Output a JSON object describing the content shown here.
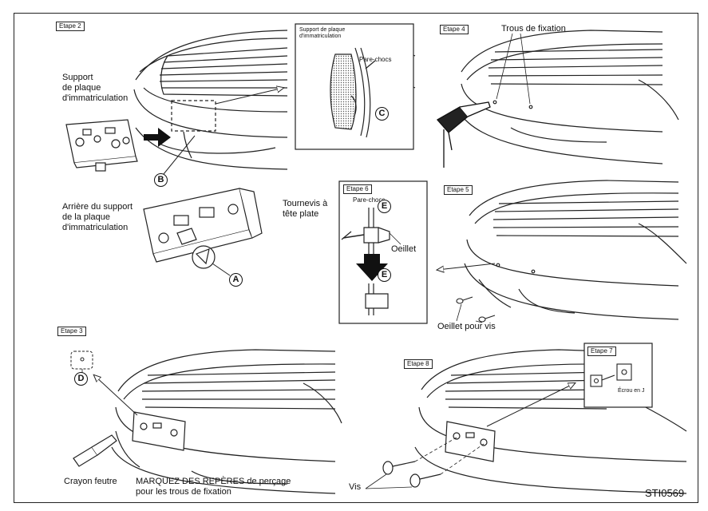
{
  "stages": {
    "s2": "Etape 2",
    "s3": "Etape 3",
    "s4": "Etape 4",
    "s5": "Etape 5",
    "s6": "Etape 6",
    "s7": "Etape 7",
    "s8": "Etape 8"
  },
  "labels": {
    "support_plaque": "Support\nde plaque\nd'immatriculation",
    "support_plaque_detail": "Support de plaque\nd'immatriculation",
    "pare_chocs_detail": "Pare-chocs",
    "arriere_support": "Arrière du support\nde la plaque\nd'immatriculation",
    "trous_fixation": "Trous de fixation",
    "tournevis": "Tournevis à\ntête plate",
    "pare_chocs_s6": "Pare-chocs",
    "oeillet": "Oeillet",
    "oeillet_vis": "Oeillet pour vis",
    "crayon": "Crayon feutre",
    "marquez": "MARQUEZ DES REPÈRES de perçage\npour les trous de fixation",
    "vis": "Vis",
    "ecrou": "Écrou en J"
  },
  "callouts": {
    "A": "A",
    "B": "B",
    "C": "C",
    "D": "D",
    "E1": "E",
    "E2": "E"
  },
  "figure_code": "STI0569"
}
